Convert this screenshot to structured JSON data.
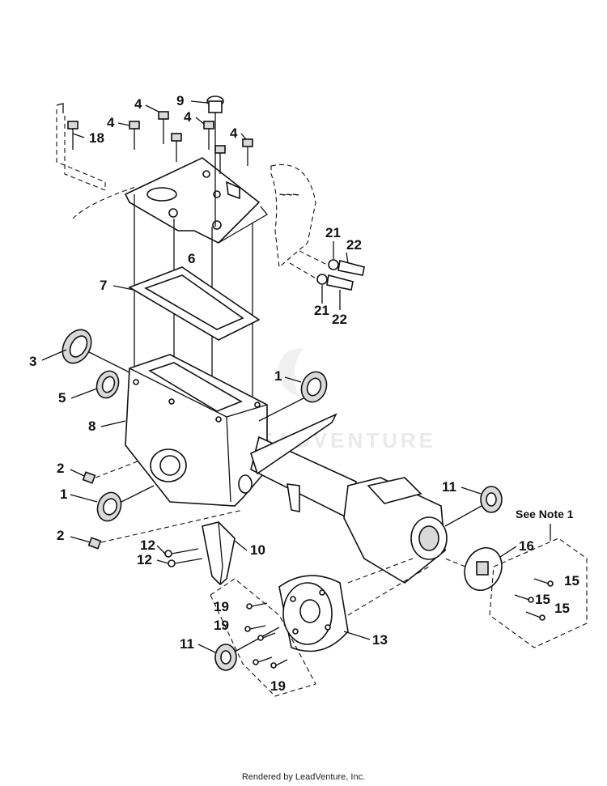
{
  "watermark": "LEADVENTURE",
  "footer_text": "Rendered by LeadVenture, Inc.",
  "note_text": "See Note 1",
  "callouts": [
    "1",
    "1",
    "2",
    "2",
    "3",
    "4",
    "4",
    "4",
    "4",
    "5",
    "6",
    "7",
    "8",
    "9",
    "10",
    "11",
    "11",
    "12",
    "12",
    "13",
    "15",
    "15",
    "15",
    "16",
    "18",
    "19",
    "19",
    "19",
    "21",
    "21",
    "22",
    "22"
  ]
}
